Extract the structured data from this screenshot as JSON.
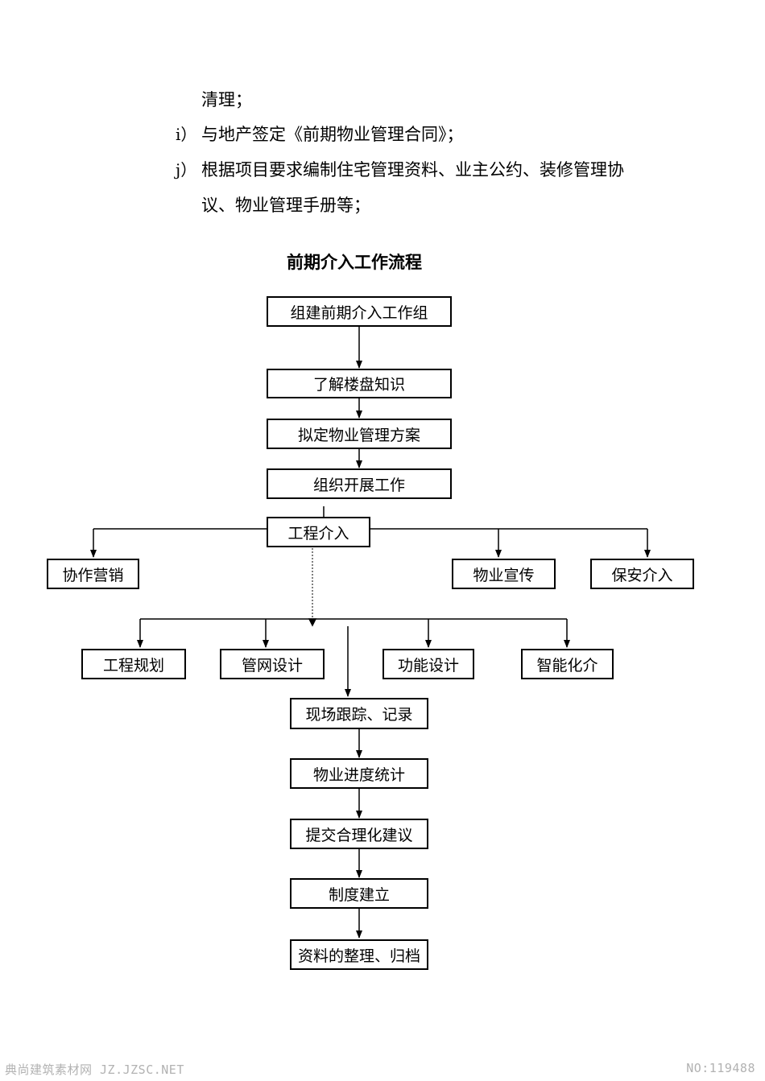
{
  "text": {
    "line1": "清理；",
    "item_i_marker": "i）",
    "item_i": "与地产签定《前期物业管理合同》；",
    "item_j_marker": "j）",
    "item_j_line1": "根据项目要求编制住宅管理资料、业主公约、装修管理协",
    "item_j_line2": "议、物业管理手册等；"
  },
  "flowchart": {
    "title": "前期介入工作流程",
    "nodes": {
      "form_team": "组建前期介入工作组",
      "understand": "了解楼盘知识",
      "plan": "拟定物业管理方案",
      "organize": "组织开展工作",
      "engineering": "工程介入",
      "sales": "协作营销",
      "promotion": "物业宣传",
      "security": "保安介入",
      "eng_planning": "工程规划",
      "pipe_design": "管网设计",
      "func_design": "功能设计",
      "smart": "智能化介",
      "site_track": "现场跟踪、记录",
      "progress": "物业进度统计",
      "suggestions": "提交合理化建议",
      "system": "制度建立",
      "archive": "资料的整理、归档"
    }
  },
  "footer": {
    "left": "典尚建筑素材网 JZ.JZSC.NET",
    "right": "NO:119488"
  }
}
